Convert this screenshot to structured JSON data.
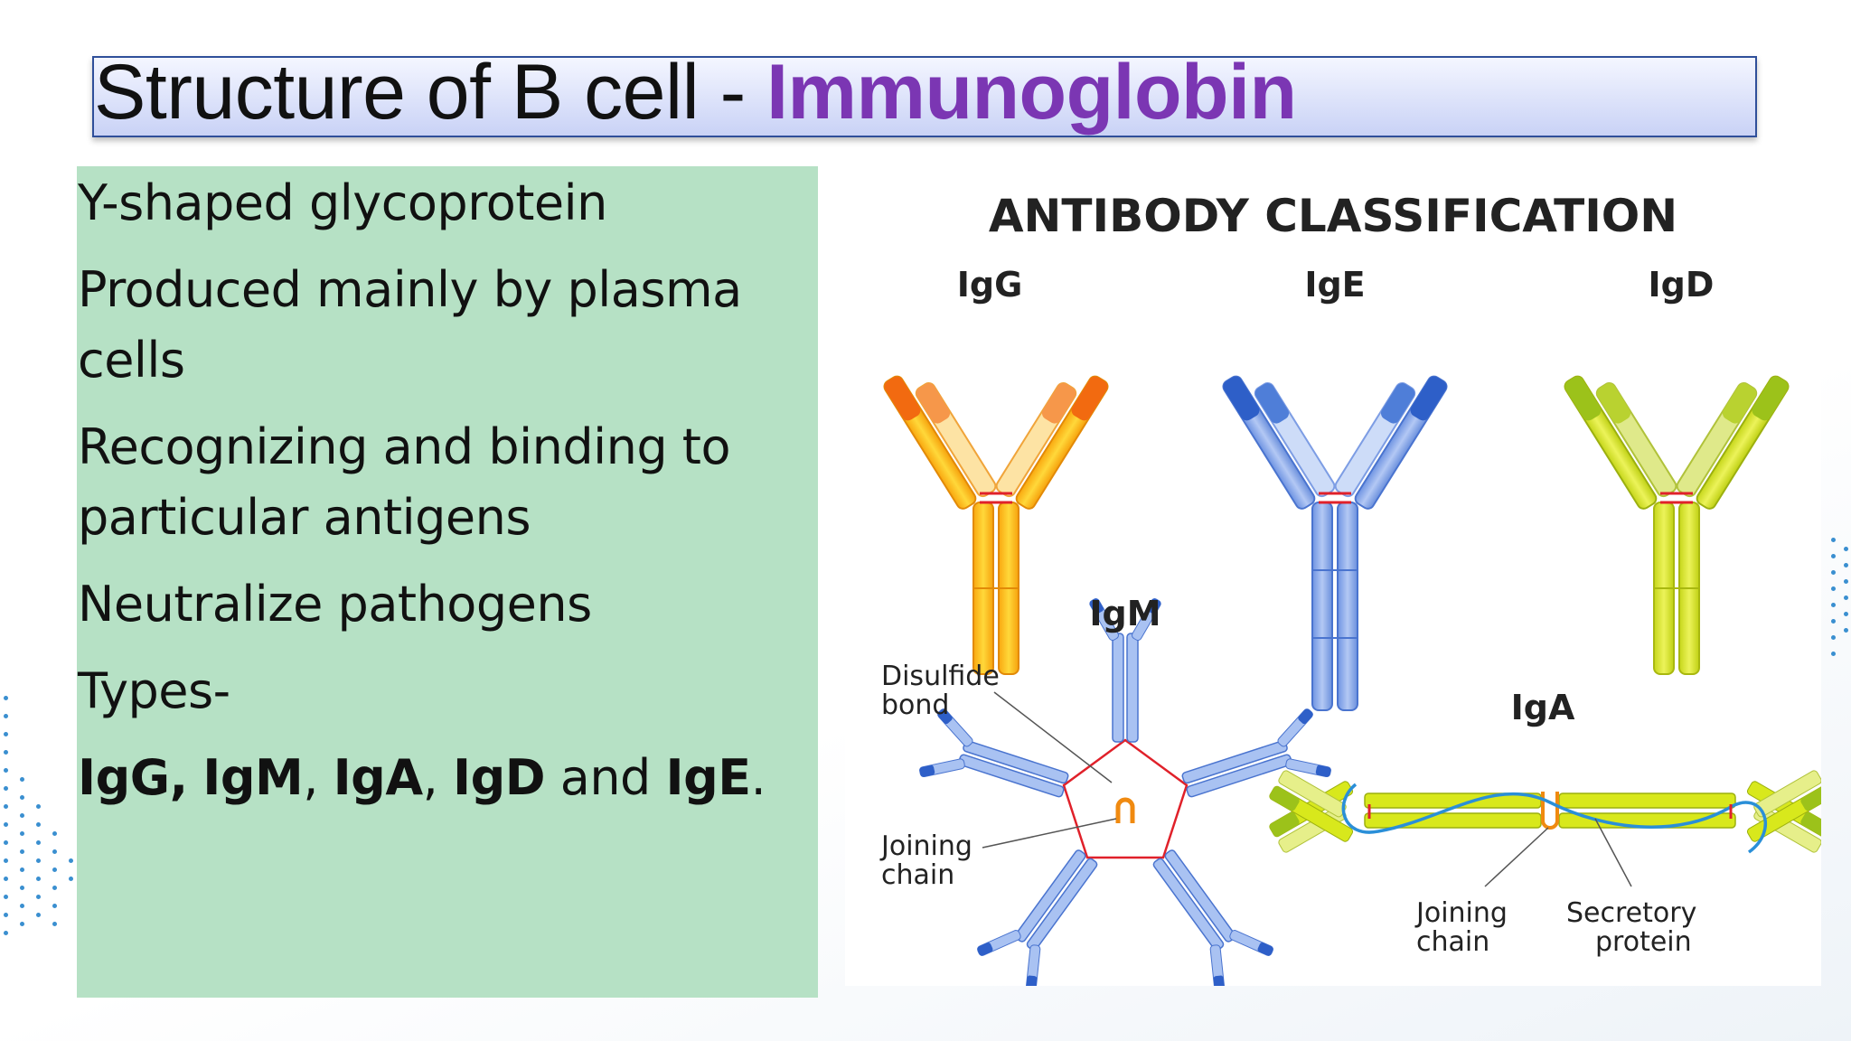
{
  "slide": {
    "title_main": "Structure of B cell - ",
    "title_accent": "Immunoglobin",
    "bullets": [
      "Y-shaped glycoprotein",
      "Produced mainly by plasma cells",
      "Recognizing and binding to particular antigens",
      "Neutralize pathogens",
      "Types-"
    ],
    "types_line": {
      "igg": "IgG,",
      "igm": "IgM",
      "sep1": ", ",
      "iga": "IgA",
      "sep2": ", ",
      "igd": "IgD",
      "and": " and ",
      "ige": "IgE",
      "end": "."
    }
  },
  "figure": {
    "title": "ANTIBODY CLASSIFICATION",
    "labels": {
      "igg": "IgG",
      "ige": "IgE",
      "igd": "IgD",
      "igm": "IgM",
      "iga": "IgA",
      "disulfide_1": "Disulfide",
      "disulfide_2": "bond",
      "joining_1": "Joining",
      "joining_2": "chain",
      "iga_joining_1": "Joining",
      "iga_joining_2": "chain",
      "secretory_1": "Secretory",
      "secretory_2": "protein"
    },
    "colors": {
      "igg_orange": "#f26a10",
      "igg_yellow": "#f9c419",
      "ige_blue": "#3b6fd6",
      "ige_light": "#a9c2f2",
      "igd_green": "#9cc21a",
      "igd_yellow": "#d8e81c",
      "disulfide": "#e0212a",
      "igm_blue": "#6f95e0",
      "iga_green": "#c9e02a",
      "secretory": "#2a8fd8"
    }
  }
}
